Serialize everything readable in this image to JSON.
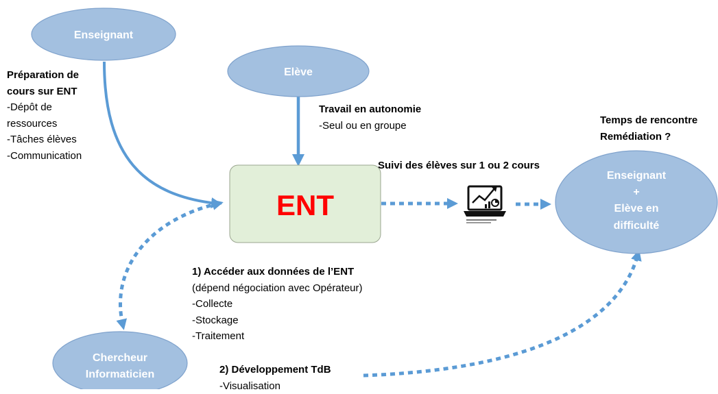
{
  "nodes": {
    "enseignant_top": "Enseignant",
    "eleve": "Elève",
    "ent": "ENT",
    "enseignant_eleve": [
      "Enseignant",
      "+",
      "Elève en",
      "difficulté"
    ],
    "chercheur": [
      "Chercheur",
      "Informaticien"
    ]
  },
  "annotations": {
    "preparation": {
      "title": [
        "Préparation de",
        "cours sur ENT"
      ],
      "items": [
        "-Dépôt de",
        "ressources",
        "-Tâches élèves",
        "-Communication"
      ]
    },
    "travail": {
      "title": "Travail en autonomie",
      "items": [
        "-Seul ou en groupe"
      ]
    },
    "temps": {
      "title": [
        "Temps de rencontre",
        "Remédiation ?"
      ]
    },
    "suivi": {
      "title": "Suivi des élèves sur 1 ou 2 cours"
    },
    "acceder": {
      "title": "1) Accéder aux données de l’ENT",
      "items": [
        "(dépend négociation avec Opérateur)",
        "-Collecte",
        "-Stockage",
        "-Traitement"
      ]
    },
    "developpement": {
      "title": "2) Développement TdB",
      "items": [
        "-Visualisation"
      ]
    }
  },
  "colors": {
    "ellipse_fill": "#a3c0e0",
    "ent_box_fill": "#e2efd9",
    "ent_text": "#ff0000",
    "arrow": "#5b9bd5"
  },
  "icons": {
    "dashboard": "laptop-chart-icon"
  }
}
